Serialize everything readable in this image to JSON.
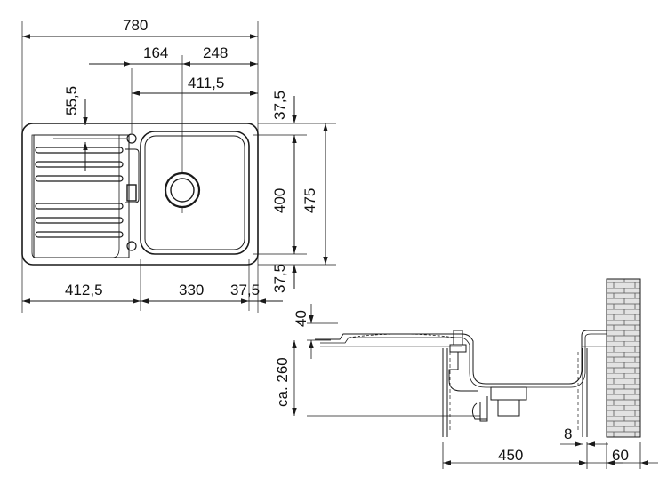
{
  "top_view": {
    "overall_width": "780",
    "drainer_offset": "164",
    "bowl_right_offset": "248",
    "bowl_center_offset": "411,5",
    "top_margin": "37,5",
    "bowl_depth": "400",
    "overall_depth": "475",
    "bottom_margin": "37,5",
    "drainer_rib_offset": "55,5",
    "left_width": "412,5",
    "bowl_width": "330",
    "right_margin": "37,5"
  },
  "section_view": {
    "rim_height": "40",
    "install_depth": "ca. 260",
    "cabinet_depth": "450",
    "wall_gap": "8",
    "wall_thickness": "60"
  },
  "colors": {
    "line": "#1a1a1a",
    "hatch": "#555555",
    "wall_fill": "#dddddd"
  }
}
